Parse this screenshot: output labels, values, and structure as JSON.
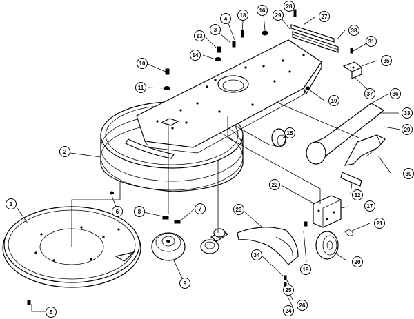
{
  "callouts": [
    "1",
    "2",
    "3",
    "4",
    "5",
    "6",
    "7",
    "8",
    "9",
    "10",
    "11",
    "13",
    "14",
    "15",
    "16",
    "17",
    "18",
    "19",
    "19",
    "20",
    "21",
    "22",
    "23",
    "24",
    "25",
    "26",
    "27",
    "28",
    "29",
    "29",
    "30",
    "31",
    "32",
    "33",
    "34",
    "35",
    "36",
    "37",
    "38"
  ]
}
